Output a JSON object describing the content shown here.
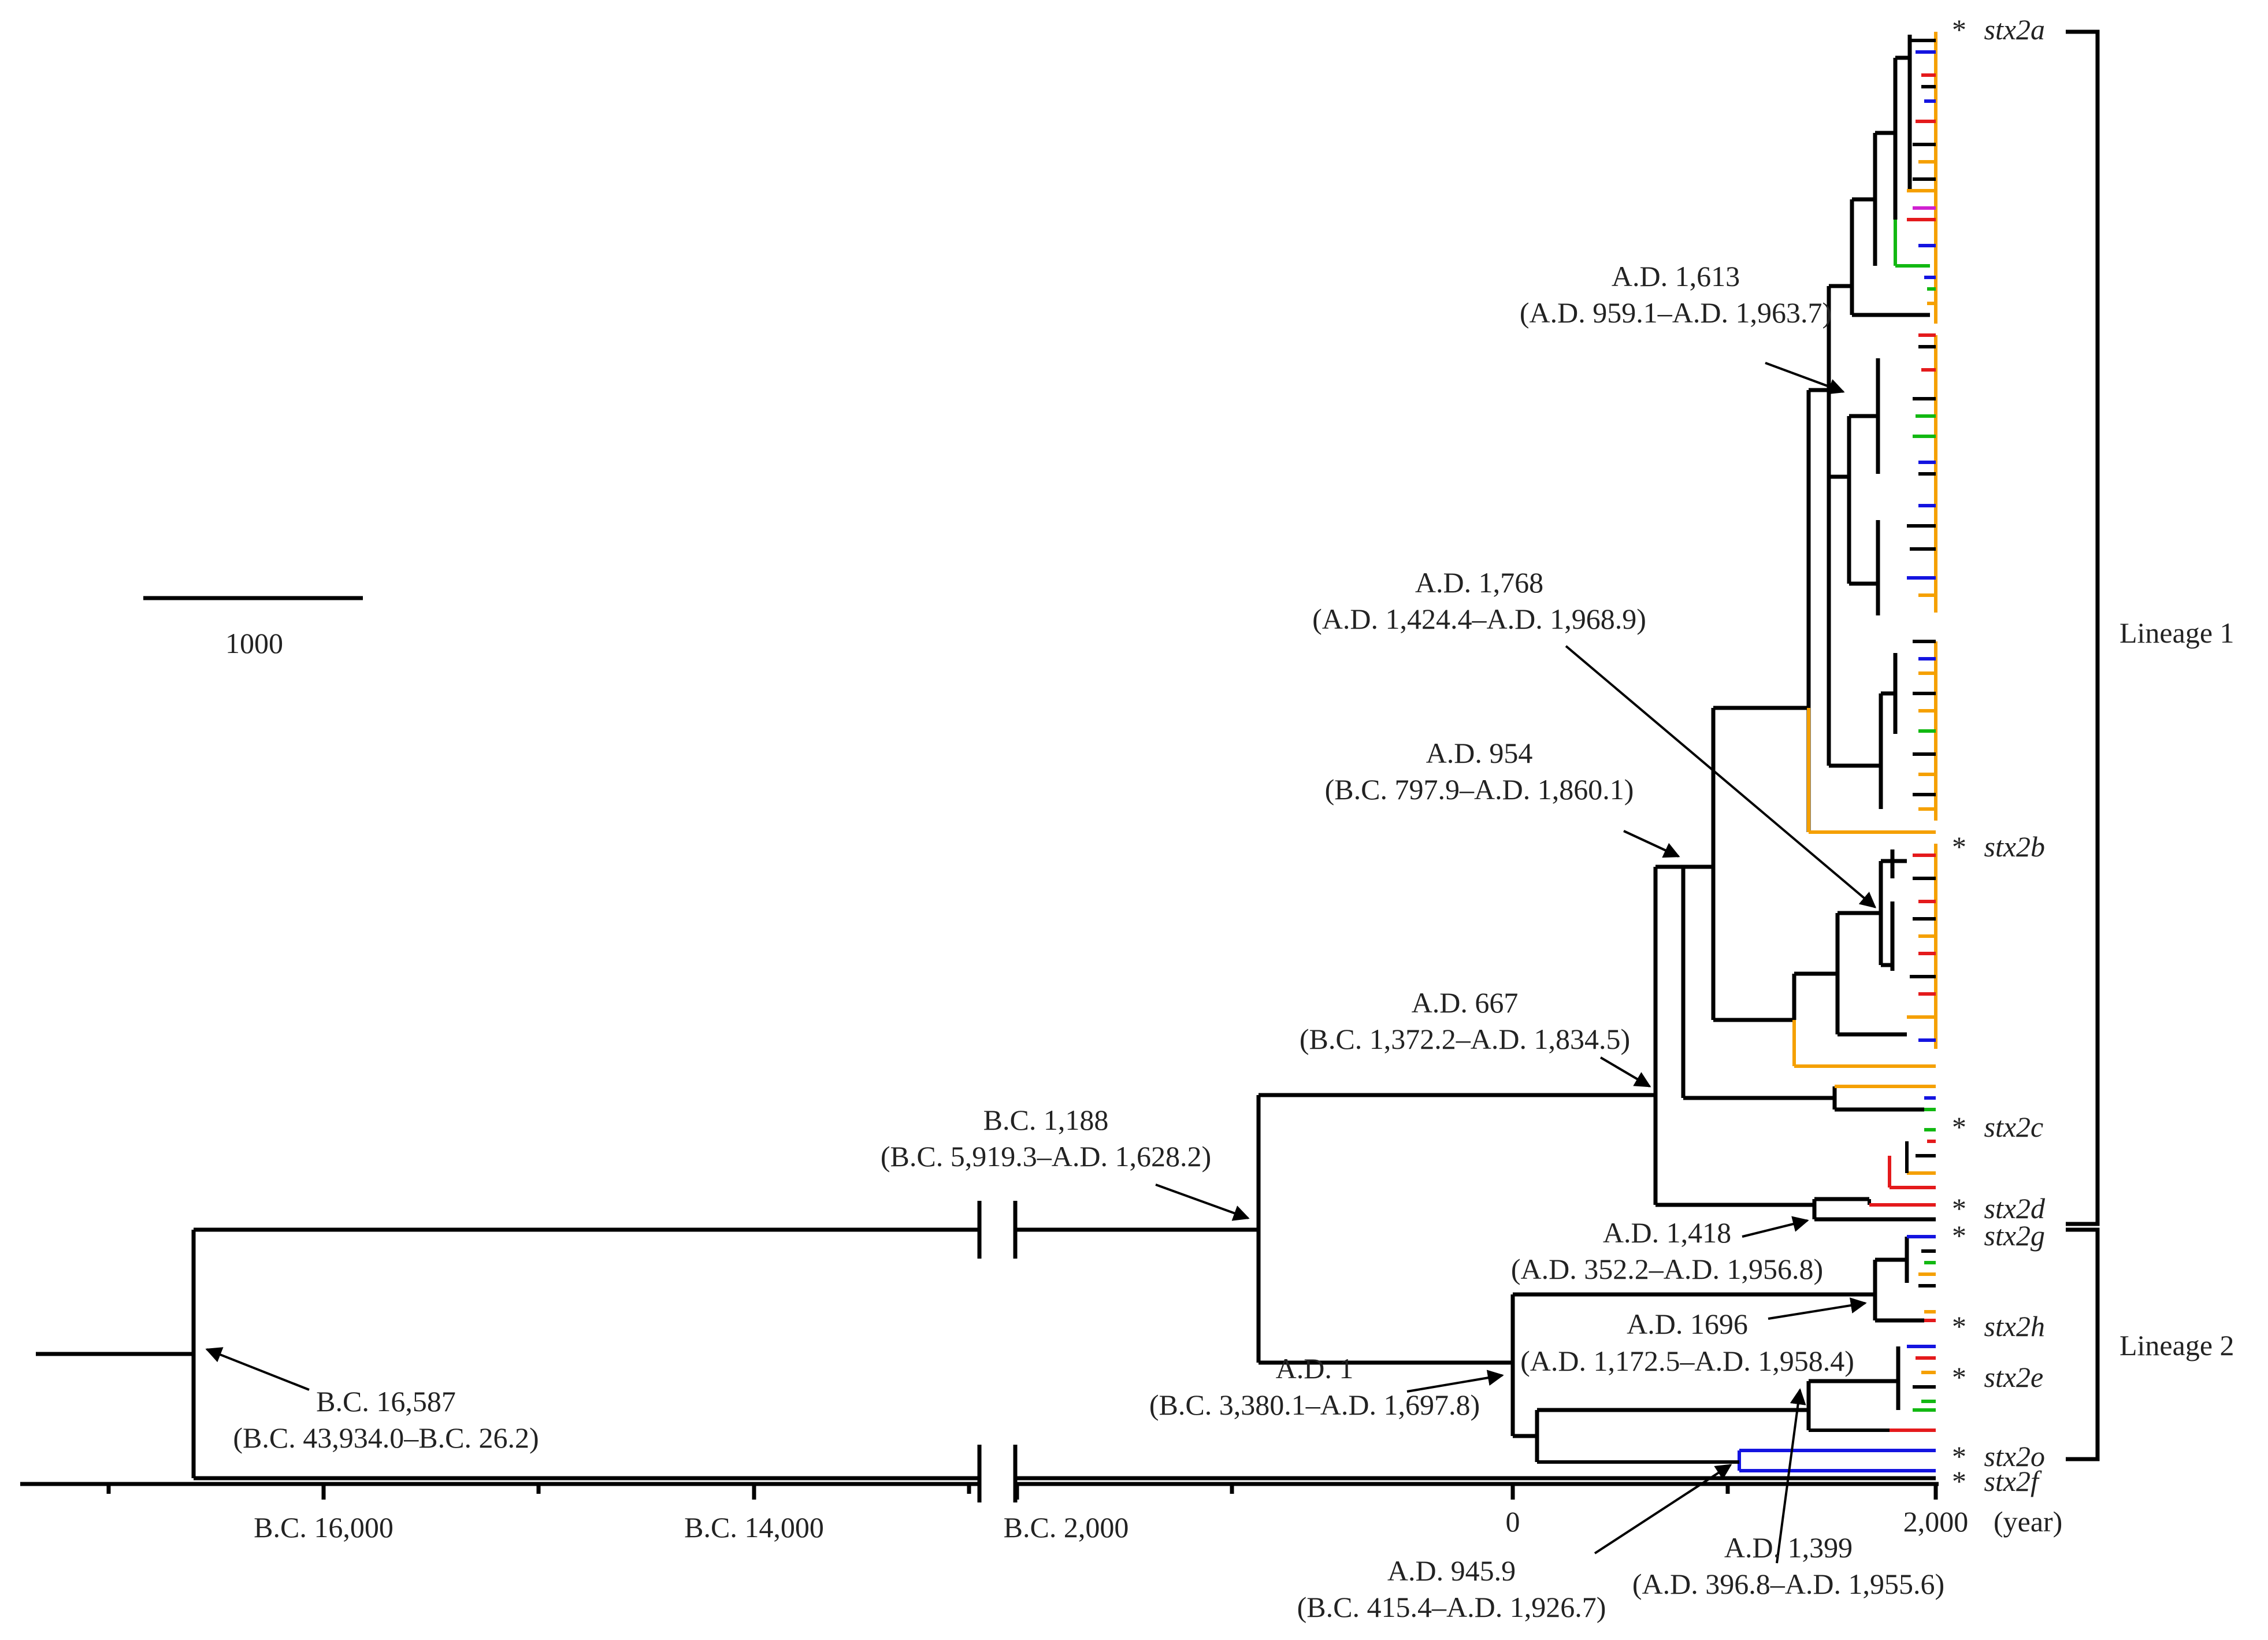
{
  "scale_bar": {
    "label": "1000"
  },
  "axis": {
    "ticks": [
      "B.C. 16,000",
      "B.C. 14,000",
      "B.C. 2,000",
      "0",
      "2,000"
    ],
    "unit": "(year)"
  },
  "nodes": [
    {
      "id": "root",
      "date": "B.C. 16,587",
      "ci": "(B.C. 43,934.0–B.C. 26.2)"
    },
    {
      "id": "n1188",
      "date": "B.C. 1,188",
      "ci": "(B.C. 5,919.3–A.D. 1,628.2)"
    },
    {
      "id": "n667",
      "date": "A.D. 667",
      "ci": "(B.C. 1,372.2–A.D. 1,834.5)"
    },
    {
      "id": "n954",
      "date": "A.D. 954",
      "ci": "(B.C. 797.9–A.D. 1,860.1)"
    },
    {
      "id": "n1768",
      "date": "A.D. 1,768",
      "ci": "(A.D. 1,424.4–A.D. 1,968.9)"
    },
    {
      "id": "n1613",
      "date": "A.D. 1,613",
      "ci": "(A.D. 959.1–A.D. 1,963.7)"
    },
    {
      "id": "n1418",
      "date": "A.D. 1,418",
      "ci": "(A.D. 352.2–A.D. 1,956.8)"
    },
    {
      "id": "n1696",
      "date": "A.D. 1696",
      "ci": "(A.D. 1,172.5–A.D. 1,958.4)"
    },
    {
      "id": "n1",
      "date": "A.D. 1",
      "ci": "(B.C. 3,380.1–A.D. 1,697.8)"
    },
    {
      "id": "n945",
      "date": "A.D. 945.9",
      "ci": "(B.C. 415.4–A.D. 1,926.7)"
    },
    {
      "id": "n1399",
      "date": "A.D. 1,399",
      "ci": "(A.D. 396.8–A.D. 1,955.6)"
    }
  ],
  "tips": [
    {
      "mark": "*",
      "label": "stx2a"
    },
    {
      "mark": "*",
      "label": "stx2b"
    },
    {
      "mark": "*",
      "label": "stx2c"
    },
    {
      "mark": "*",
      "label": "stx2d"
    },
    {
      "mark": "*",
      "label": "stx2g"
    },
    {
      "mark": "*",
      "label": "stx2h"
    },
    {
      "mark": "*",
      "label": "stx2e"
    },
    {
      "mark": "*",
      "label": "stx2o"
    },
    {
      "mark": "*",
      "label": "stx2f"
    }
  ],
  "lineages": [
    {
      "label": "Lineage 1"
    },
    {
      "label": "Lineage 2"
    }
  ],
  "colors": {
    "branch": "#000000",
    "orange": "#f5a000",
    "red": "#e41a1c",
    "blue": "#1414e0",
    "green": "#12b812",
    "magenta": "#d020d0",
    "text": "#222222"
  }
}
